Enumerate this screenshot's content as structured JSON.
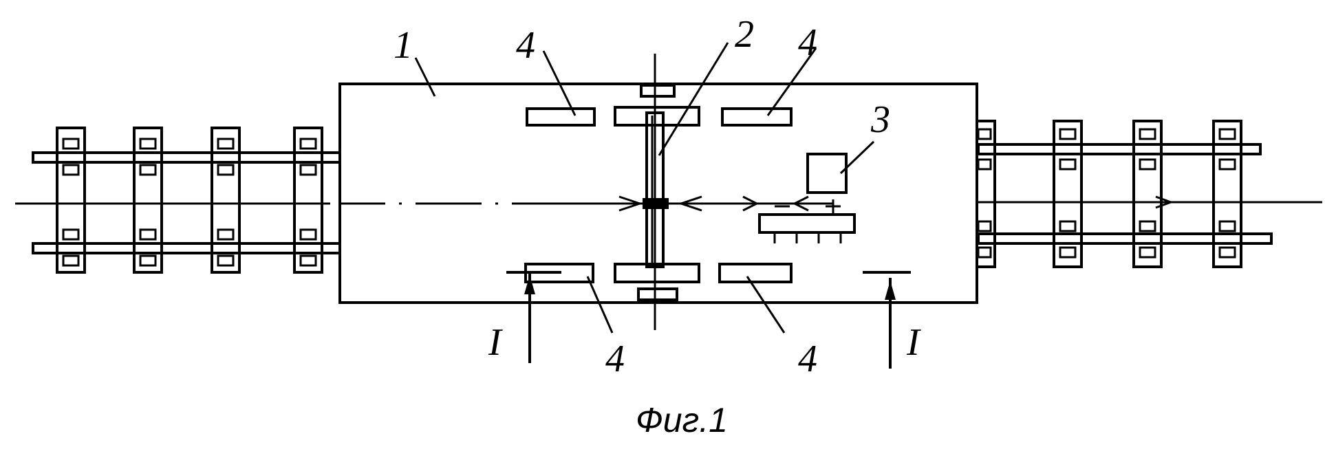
{
  "figure": {
    "caption": "Фиг.1",
    "labels": {
      "platform": "1",
      "axle": "2",
      "unit": "3",
      "pad": "4",
      "section": "I"
    }
  }
}
